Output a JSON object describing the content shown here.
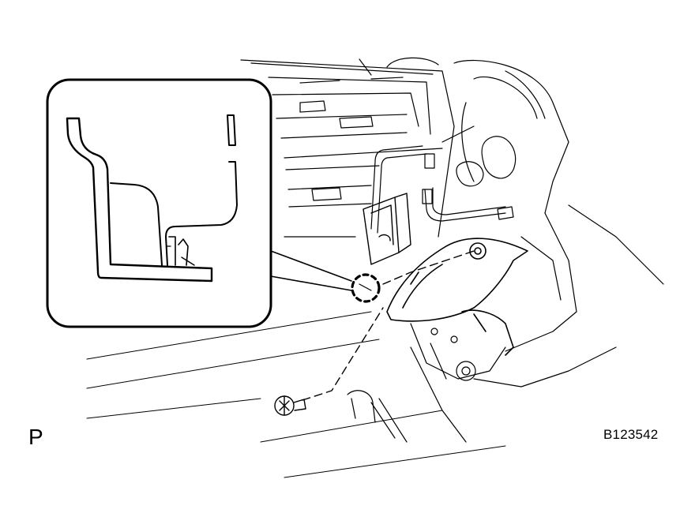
{
  "figure": {
    "view_label": "P",
    "figure_code": "B123542"
  },
  "colors": {
    "line": "#000000",
    "background": "#ffffff"
  },
  "icons": [
    "screw-icon",
    "clip-detail-callout",
    "seat-cushion-frame",
    "seat-track-cover"
  ]
}
